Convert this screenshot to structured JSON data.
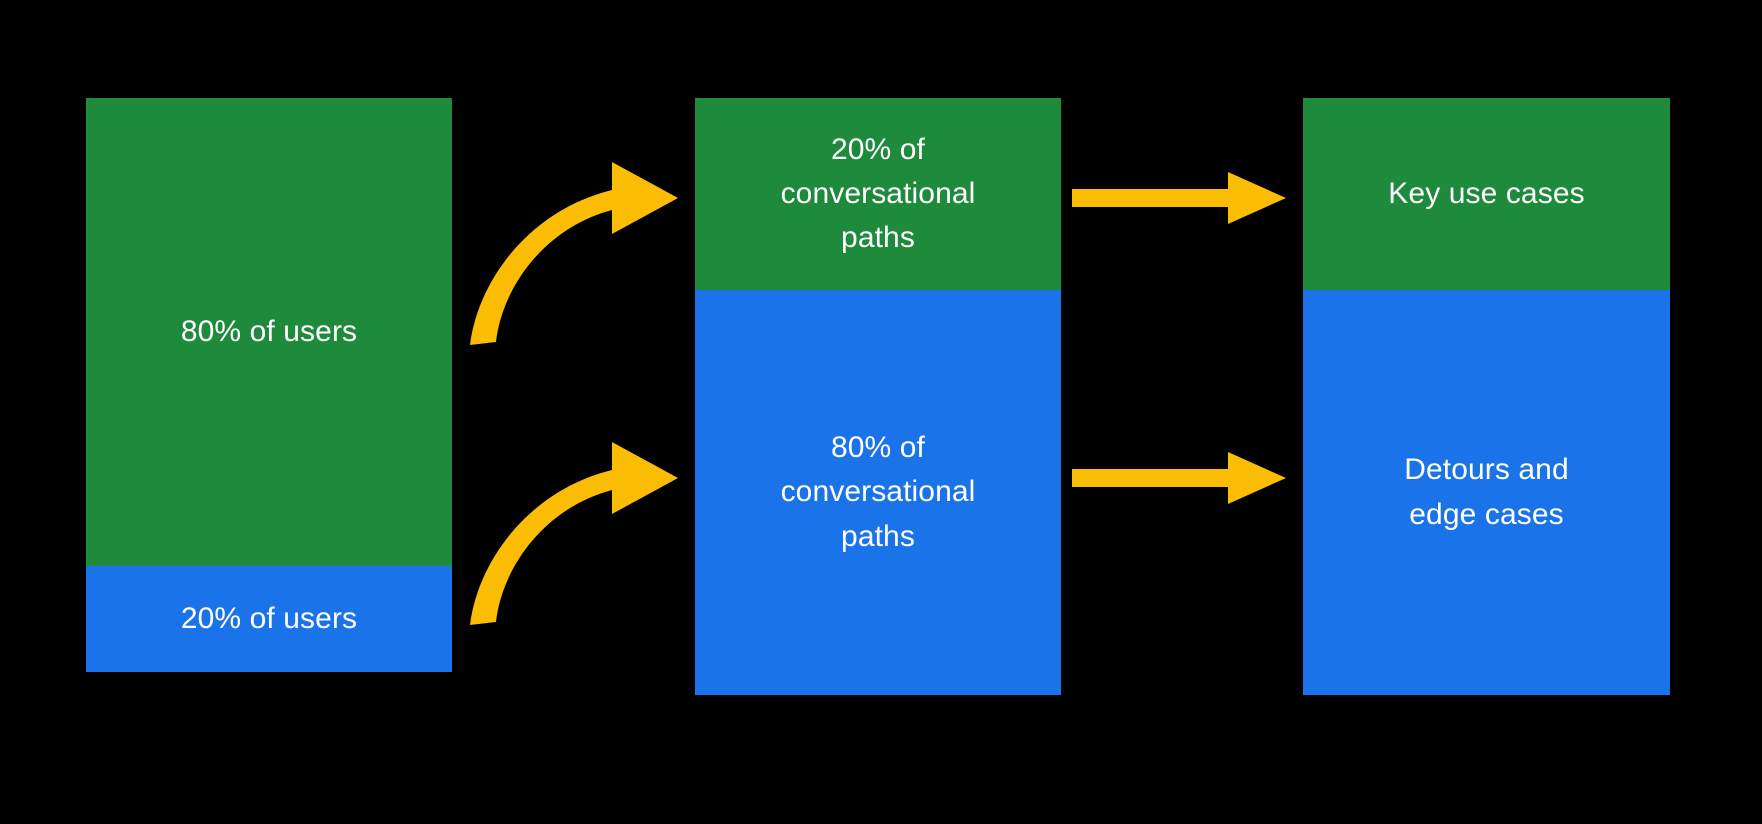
{
  "diagram": {
    "title": "80/20 distribution of users and conversational paths",
    "background_color": "#000000",
    "colors": {
      "green": "#1E8A3C",
      "blue": "#1A73E8",
      "yellow": "#FBBC04",
      "text": "#FFFFFF"
    },
    "columns": [
      {
        "name": "users",
        "segments": [
          {
            "label": "80% of users",
            "color": "#1E8A3C",
            "share": 80
          },
          {
            "label": "20% of users",
            "color": "#1A73E8",
            "share": 20
          }
        ]
      },
      {
        "name": "conversational-paths",
        "segments": [
          {
            "label": "20% of\nconversational\npaths",
            "color": "#1E8A3C",
            "share": 20
          },
          {
            "label": "80% of\nconversational\npaths",
            "color": "#1A73E8",
            "share": 80
          }
        ]
      },
      {
        "name": "outcomes",
        "segments": [
          {
            "label": "Key use cases",
            "color": "#1E8A3C",
            "share": 20
          },
          {
            "label": "Detours and\nedge cases",
            "color": "#1A73E8",
            "share": 80
          }
        ]
      }
    ],
    "arrows": [
      {
        "name": "curved-top",
        "style": "curved",
        "color": "#FBBC04",
        "from": "20% of users",
        "to": "20% of conversational paths"
      },
      {
        "name": "curved-bottom",
        "style": "curved",
        "color": "#FBBC04",
        "from": "80% of users",
        "to": "80% of conversational paths"
      },
      {
        "name": "straight-top",
        "style": "straight",
        "color": "#FBBC04",
        "from": "20% of conversational paths",
        "to": "Key use cases"
      },
      {
        "name": "straight-bottom",
        "style": "straight",
        "color": "#FBBC04",
        "from": "80% of conversational paths",
        "to": "Detours and edge cases"
      }
    ]
  }
}
